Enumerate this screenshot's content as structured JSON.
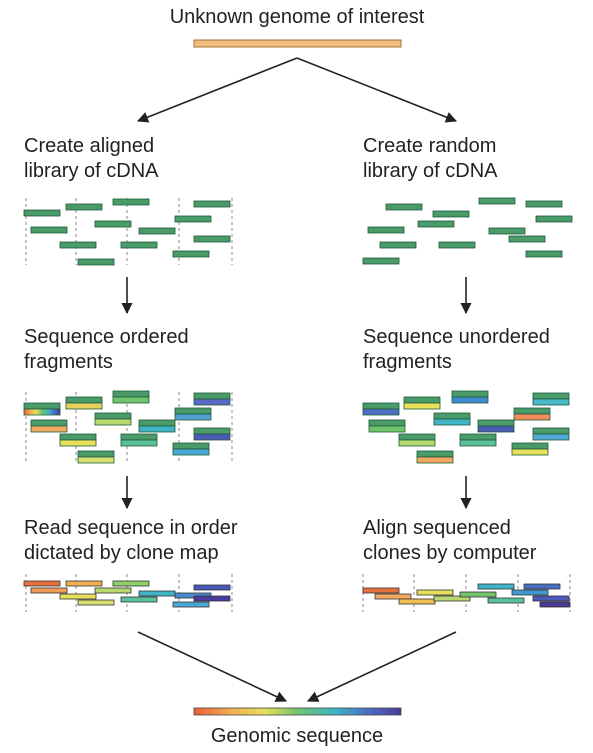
{
  "labels": {
    "top": "Unknown genome of interest",
    "left_step1": [
      "Create aligned",
      "library of cDNA"
    ],
    "right_step1": [
      "Create random",
      "library of cDNA"
    ],
    "left_step2": [
      "Sequence ordered",
      "fragments"
    ],
    "right_step2": [
      "Sequence unordered",
      "fragments"
    ],
    "left_step3": [
      "Read sequence in order",
      "dictated by clone map"
    ],
    "right_step3": [
      "Align sequenced",
      "clones by computer"
    ],
    "bottom": "Genomic sequence"
  },
  "colors": {
    "genome_bar": "#f2bc7e",
    "clone_fill": "#4a9a6a",
    "clone_stroke": "#1f5a38",
    "arrow": "#222222",
    "guide_line": "#888888",
    "spectrum": [
      "#e8603a",
      "#f2b050",
      "#e6e05a",
      "#72c46c",
      "#3fb5c6",
      "#4a6fc4",
      "#4a3a9a"
    ]
  }
}
